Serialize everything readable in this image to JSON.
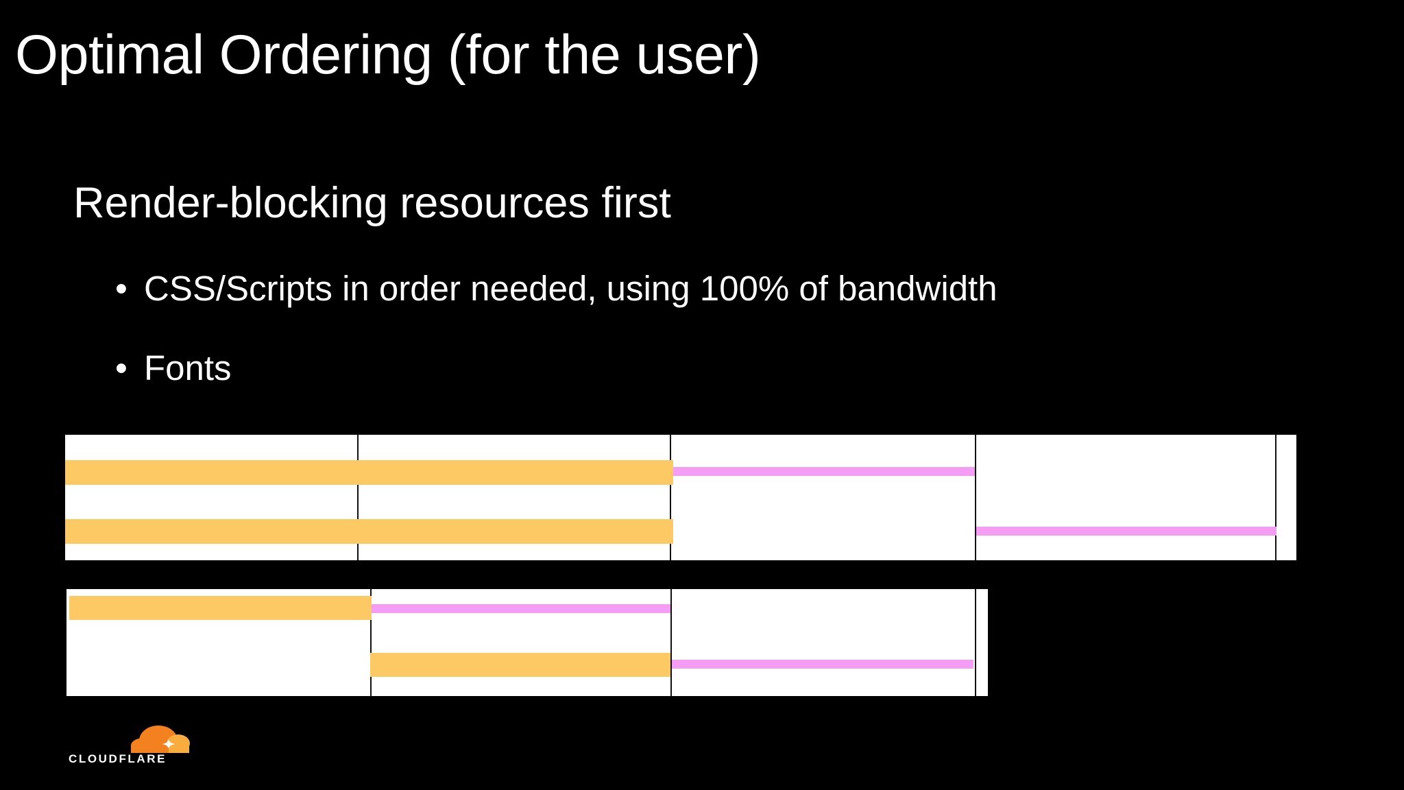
{
  "slide": {
    "title": "Optimal Ordering (for the user)",
    "subheading": "Render-blocking resources first",
    "bullets": [
      "CSS/Scripts in order needed, using 100% of bandwidth",
      "Fonts"
    ],
    "bullet_marker": "•"
  },
  "colors": {
    "background": "#000000",
    "render_blocking_bar": "#fdc964",
    "font_bar": "#f59cf5",
    "logo_orange": "#f48120",
    "logo_light_orange": "#faad3f"
  },
  "logo": {
    "wordmark": "CLOUDFLARE"
  }
}
